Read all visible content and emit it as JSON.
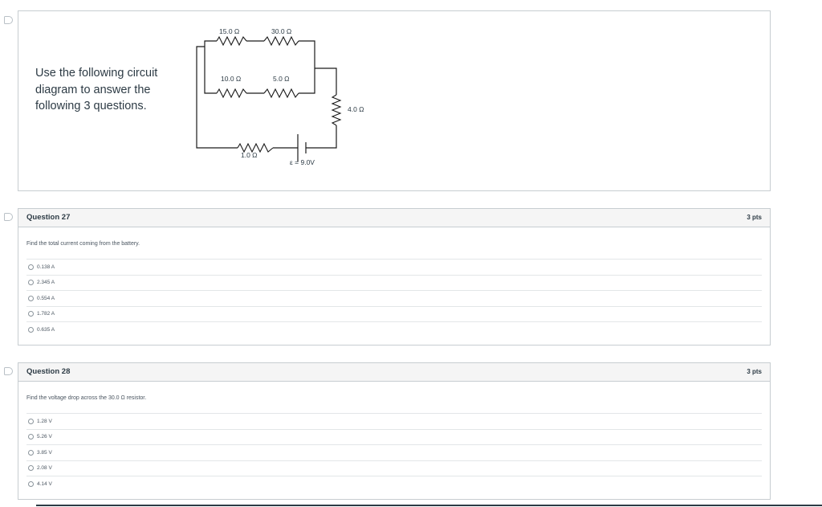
{
  "intro": {
    "text": "Use the following circuit diagram to answer the following 3 questions."
  },
  "circuit": {
    "resistor_labels": {
      "r15": "15.0 Ω",
      "r30": "30.0 Ω",
      "r10": "10.0 Ω",
      "r5": "5.0 Ω",
      "r4": "4.0 Ω",
      "r1": "1.0 Ω"
    },
    "battery_label": "ε = 9.0V"
  },
  "questions": [
    {
      "title": "Question 27",
      "points": "3 pts",
      "prompt": "Find the total current coming from the battery.",
      "answers": [
        "0.138 A",
        "2.345 A",
        "0.554 A",
        "1.782 A",
        "0.635 A"
      ]
    },
    {
      "title": "Question 28",
      "points": "3 pts",
      "prompt": "Find the voltage drop across the 30.0 Ω resistor.",
      "answers": [
        "1.28 V",
        "5.26 V",
        "3.85 V",
        "2.08 V",
        "4.14 V"
      ]
    }
  ]
}
